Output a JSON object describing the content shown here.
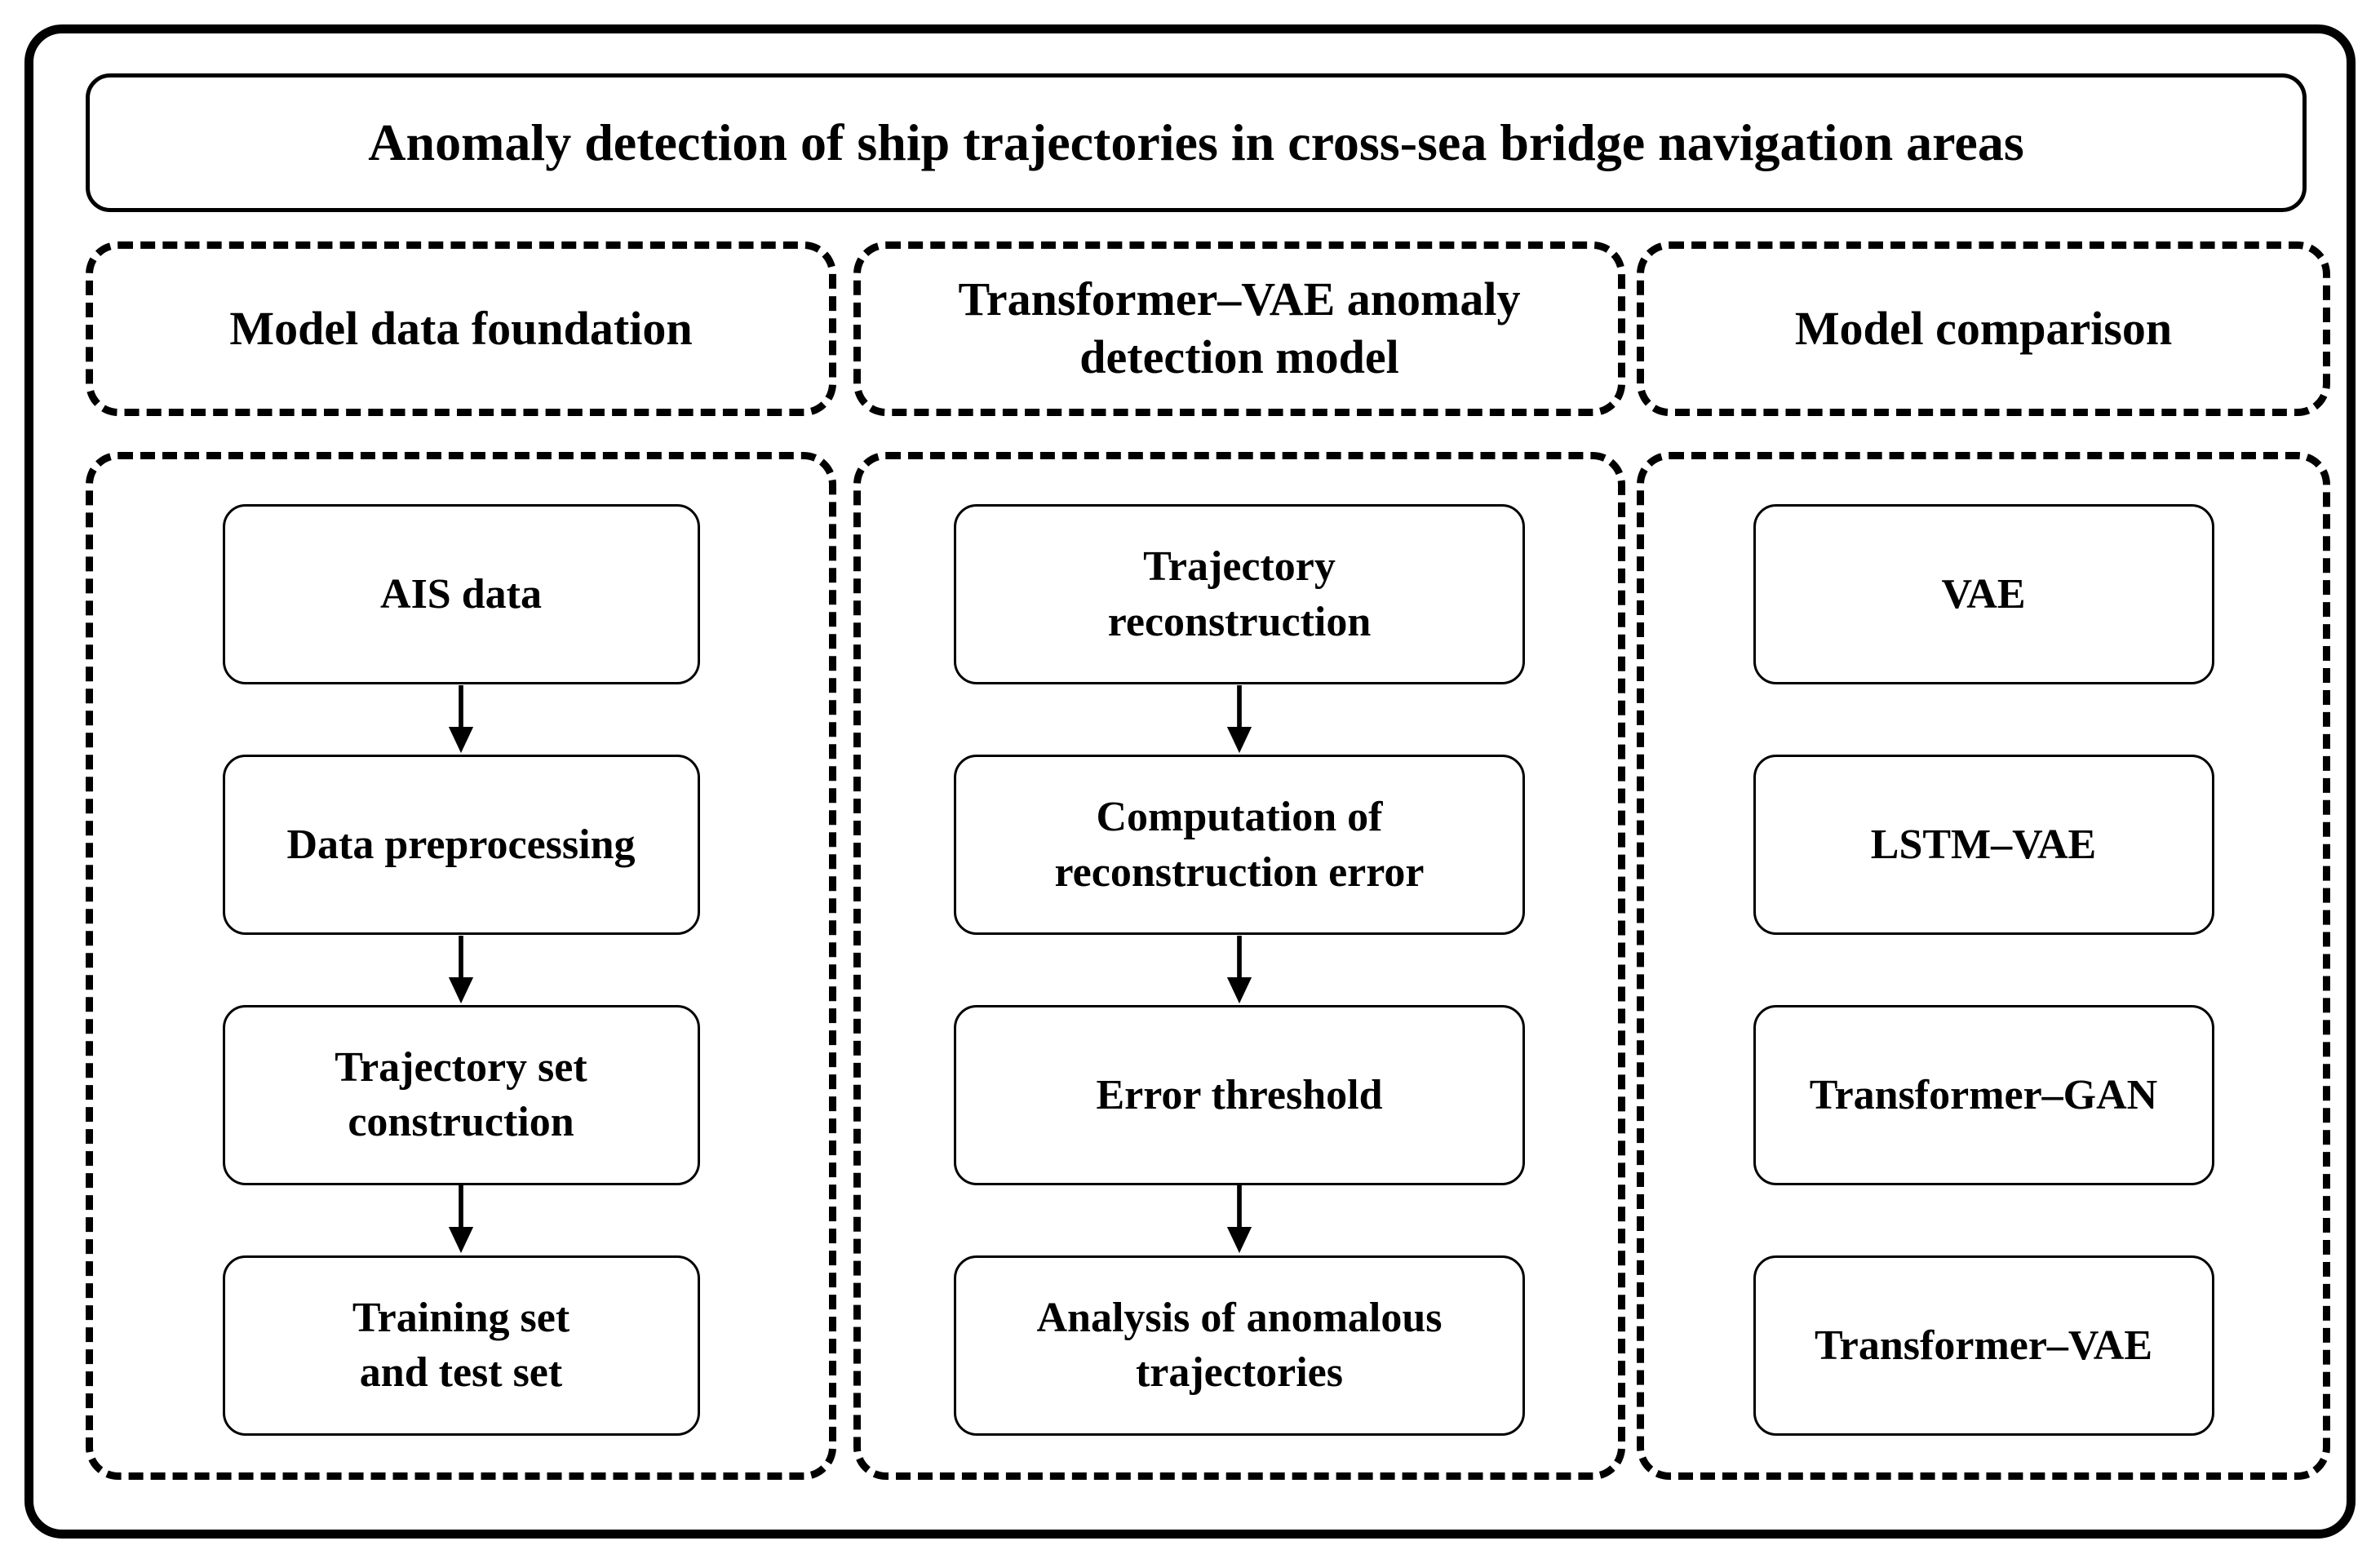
{
  "colors": {
    "ink": "#000000",
    "paper": "#ffffff"
  },
  "title": "Anomaly detection of ship trajectories in cross-sea bridge navigation areas",
  "columns": [
    {
      "id": "model-data-foundation",
      "header": "Model data foundation",
      "has_arrows": true,
      "boxes": [
        {
          "label": "AIS data"
        },
        {
          "label": "Data preprocessing"
        },
        {
          "label": "Trajectory set\nconstruction"
        },
        {
          "label": "Training set\nand test set"
        }
      ]
    },
    {
      "id": "transformer-vae-anomaly-detection-model",
      "header": "Transformer–VAE anomaly\ndetection model",
      "has_arrows": true,
      "boxes": [
        {
          "label": "Trajectory\nreconstruction"
        },
        {
          "label": "Computation of\nreconstruction error"
        },
        {
          "label": "Error threshold"
        },
        {
          "label": "Analysis of anomalous\ntrajectories"
        }
      ]
    },
    {
      "id": "model-comparison",
      "header": "Model comparison",
      "has_arrows": false,
      "boxes": [
        {
          "label": "VAE"
        },
        {
          "label": "LSTM–VAE"
        },
        {
          "label": "Transformer–GAN"
        },
        {
          "label": "Transformer–VAE"
        }
      ]
    }
  ]
}
